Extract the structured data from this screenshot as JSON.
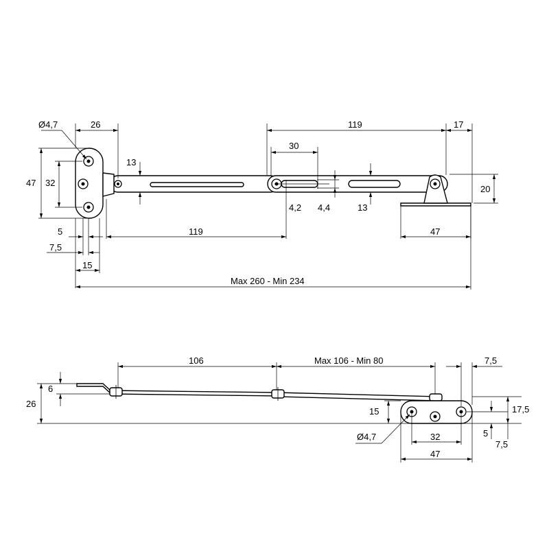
{
  "top_view": {
    "dims": {
      "hole_diameter": "Ø4,7",
      "plate_offset": "26",
      "arm1_width": "13",
      "slot_length": "30",
      "arm2_length": "119",
      "bracket_offset": "17",
      "plate_height": "47",
      "hole_spacing": "32",
      "bracket_height": "20",
      "slot_width": "4,2",
      "slot_offset": "4,4",
      "arm2_width": "13",
      "edge_offset": "5",
      "arm1_length": "119",
      "bracket_length": "47",
      "edge_center": "7,5",
      "plate_width": "15",
      "overall_length": "Max  260 - Min  234"
    }
  },
  "side_view": {
    "dims": {
      "first_span": "106",
      "second_span": "Max  106 - Min  80",
      "end_offset": "7,5",
      "riser_height": "6",
      "total_height": "26",
      "plate_thickness": "15",
      "hole_height": "17,5",
      "hole_diameter": "Ø4,7",
      "hole_spacing": "32",
      "edge_offset": "5",
      "edge_center": "7,5",
      "plate_length": "47"
    }
  }
}
